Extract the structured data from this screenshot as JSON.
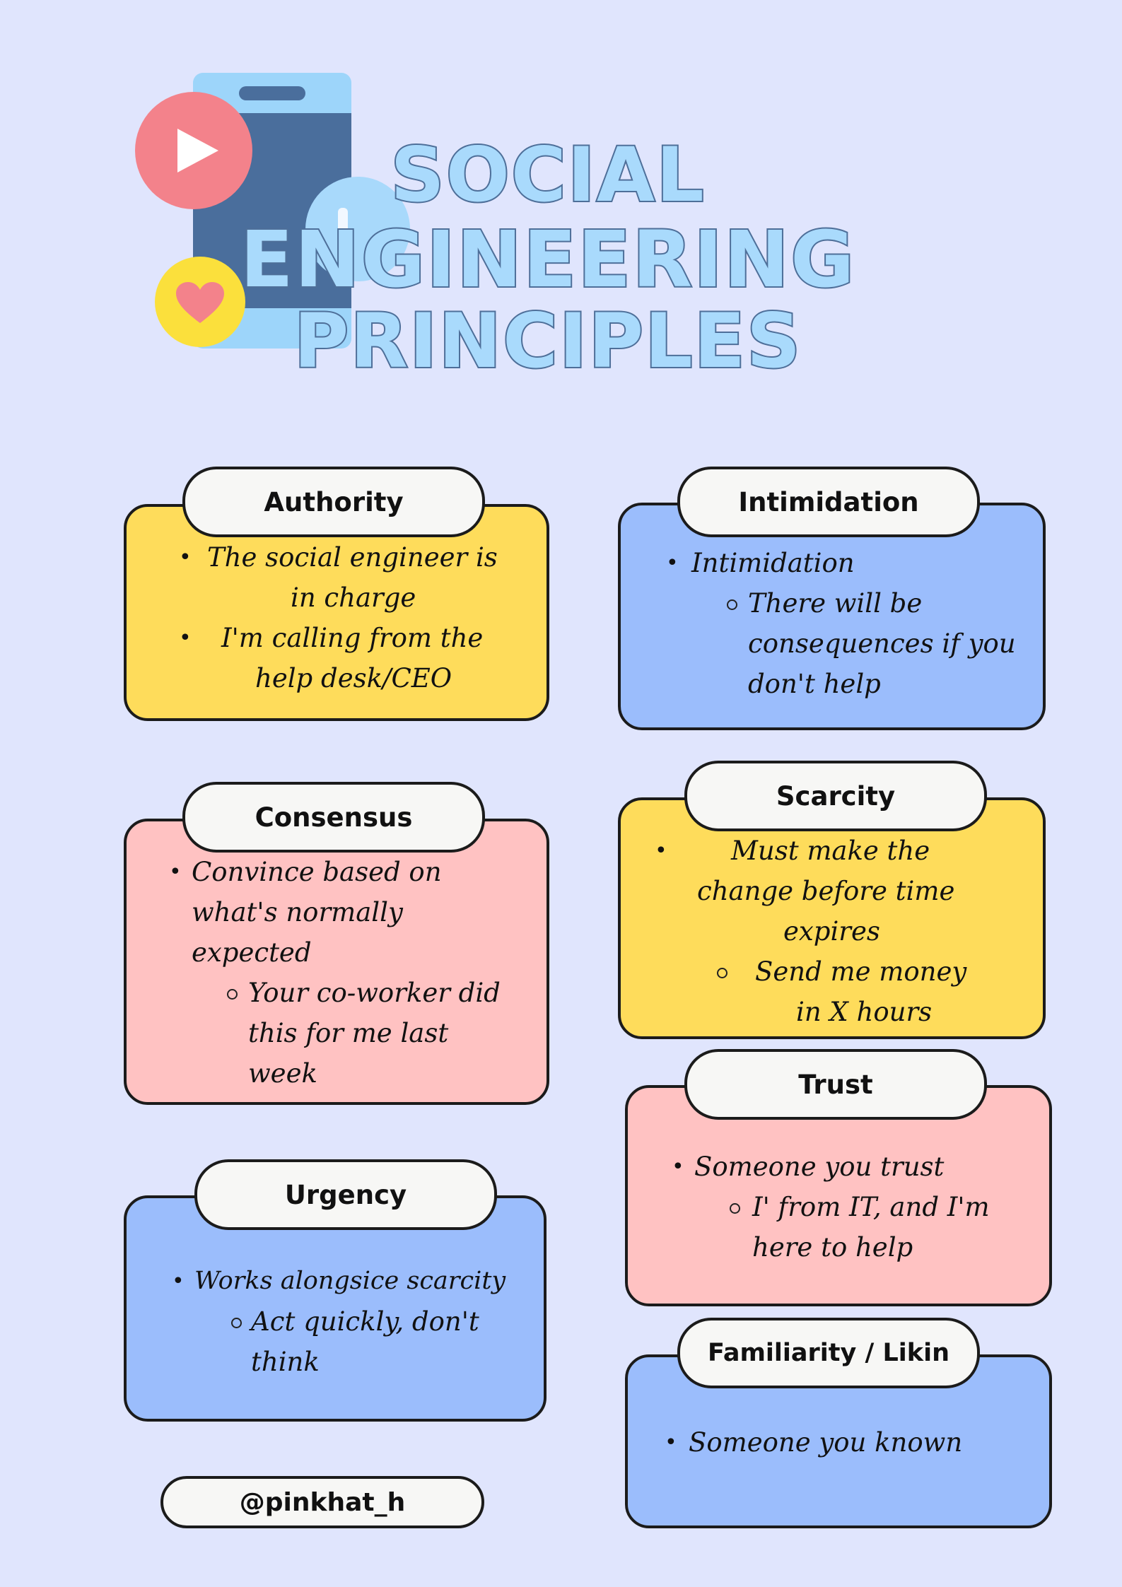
{
  "title": {
    "line1": "SOCIAL",
    "line2": "ENGINEERING",
    "line3": "PRINCIPLES"
  },
  "colors": {
    "background": "#e0e5fd",
    "yellow_card": "#fedc5b",
    "blue_card": "#9bbdfc",
    "pink_card": "#ffc2c2",
    "title_fill": "#a9dafc",
    "title_outline": "#4e6f99"
  },
  "icons": [
    "phone-icon",
    "play-icon",
    "like-icon",
    "heart-icon"
  ],
  "cards": {
    "authority": {
      "title": "Authority",
      "lines": [
        "The social engineer is",
        "in charge",
        "I'm calling from the",
        "help desk/CEO"
      ]
    },
    "intimidation": {
      "title": "Intimidation",
      "lines": [
        "Intimidation",
        "There will be",
        "consequences if you",
        "don't help"
      ]
    },
    "consensus": {
      "title": "Consensus",
      "lines": [
        "Convince based on",
        "what's normally",
        "expected",
        "Your co-worker did",
        "this for me last",
        "week"
      ]
    },
    "scarcity": {
      "title": "Scarcity",
      "lines": [
        "Must make the",
        "change before time",
        "expires",
        "Send me money",
        "in X hours"
      ]
    },
    "trust": {
      "title": "Trust",
      "lines": [
        "Someone you trust",
        "I' from IT, and I'm",
        "here to help"
      ]
    },
    "urgency": {
      "title": "Urgency",
      "lines": [
        "Works alongsice scarcity",
        "Act quickly, don't",
        "think"
      ]
    },
    "familiarity": {
      "title": "Familiarity / Likin",
      "lines": [
        "Someone you known"
      ]
    }
  },
  "handle": "@pinkhat_h"
}
